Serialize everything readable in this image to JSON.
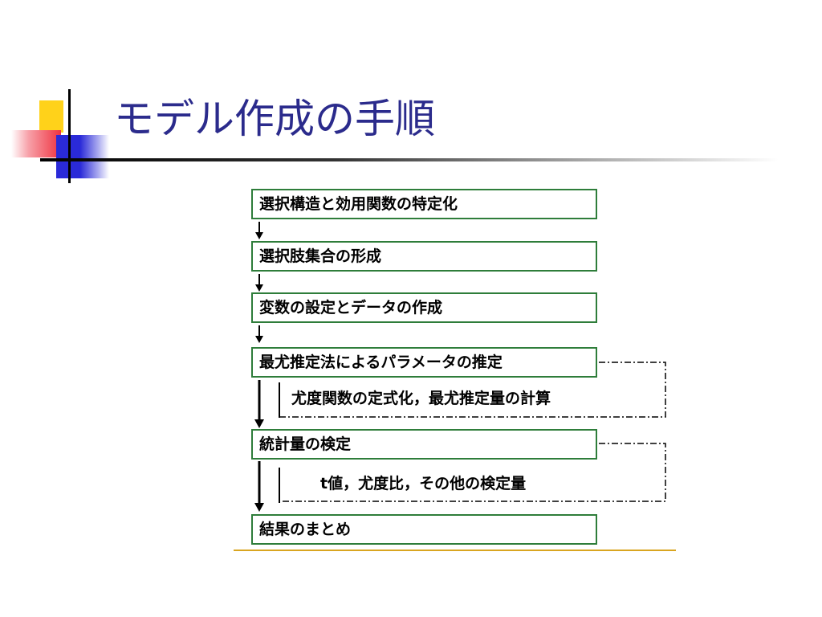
{
  "slide": {
    "title": "モデル作成の手順"
  },
  "flowchart": {
    "steps": [
      {
        "label": "選択構造と効用関数の特定化"
      },
      {
        "label": "選択肢集合の形成"
      },
      {
        "label": "変数の設定とデータの作成"
      },
      {
        "label": "最尤推定法によるパラメータの推定"
      },
      {
        "label": "統計量の検定"
      },
      {
        "label": "結果のまとめ"
      }
    ],
    "details": [
      {
        "label": "尤度関数の定式化，最尤推定量の計算"
      },
      {
        "label": "t値，尤度比，その他の検定量"
      }
    ]
  },
  "colors": {
    "title": "#2b2b8c",
    "box_border": "#2e7d3a",
    "bottom_rule": "#d9a520"
  }
}
